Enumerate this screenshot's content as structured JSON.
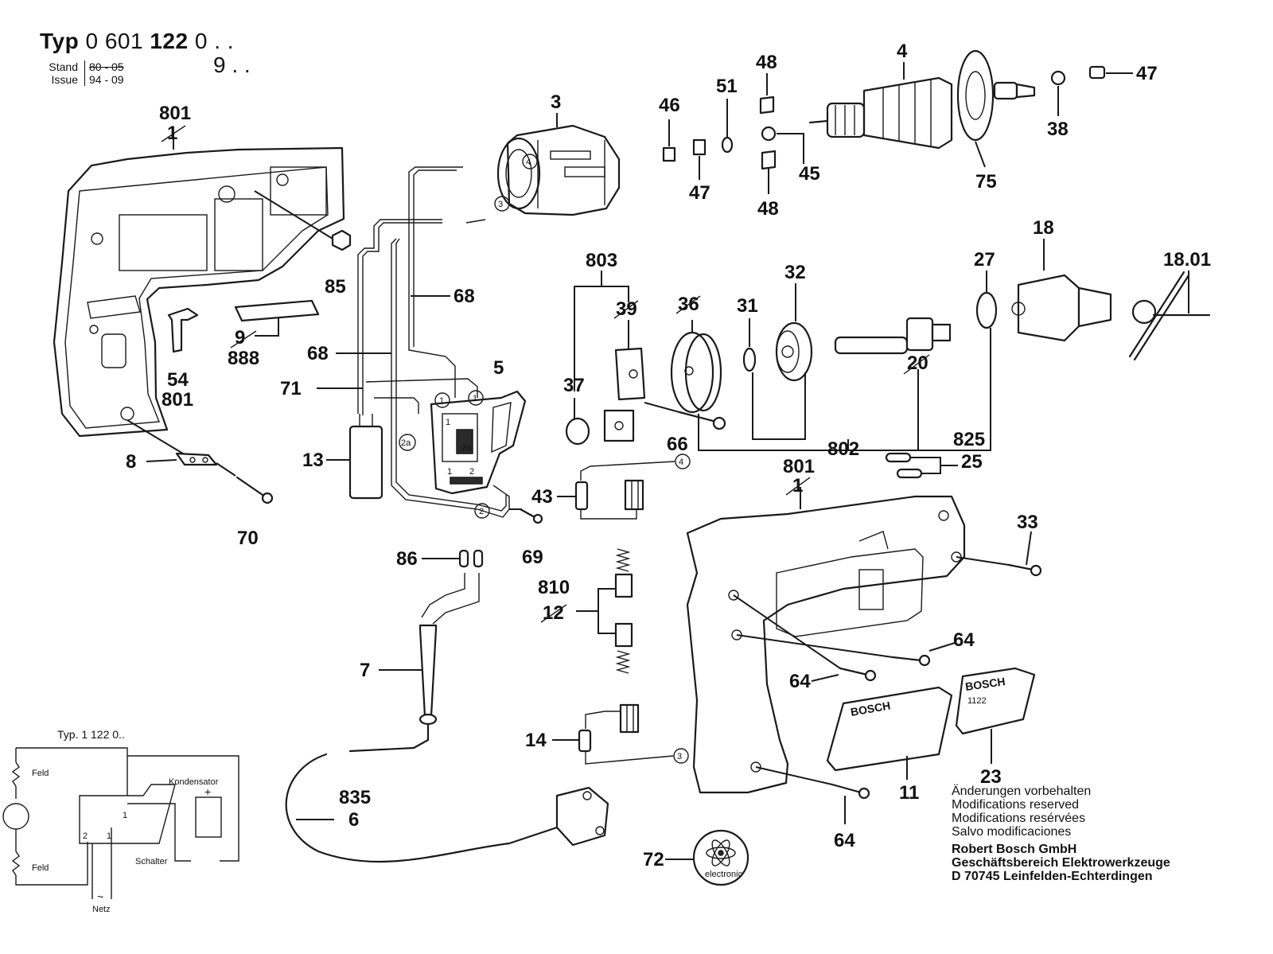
{
  "header": {
    "typ_label": "Typ",
    "typ_number_a": "0 601",
    "typ_number_b": "122",
    "typ_suffix": "0 . .",
    "typ_second_suffix": "9 . .",
    "stand_label": "Stand",
    "stand_value": "80 - 05",
    "issue_label": "Issue",
    "issue_value": "94 - 09"
  },
  "part_labels": {
    "p801_top": "801",
    "p801_top_x": "1",
    "p85": "85",
    "p54": "54",
    "p801_mid": "801",
    "p888": "888",
    "p888_x": "9",
    "p8": "8",
    "p70": "70",
    "p3": "3",
    "p68a": "68",
    "p68b": "68",
    "p71": "71",
    "p13": "13",
    "p5": "5",
    "p69": "69",
    "p43": "43",
    "p86": "86",
    "p7": "7",
    "p835": "835",
    "p6": "6",
    "p46": "46",
    "p47a": "47",
    "p51": "51",
    "p48a": "48",
    "p48b": "48",
    "p45": "45",
    "p4": "4",
    "p47b": "47",
    "p38": "38",
    "p75": "75",
    "p803": "803",
    "p39": "39",
    "p36": "36",
    "p31": "31",
    "p32": "32",
    "p27": "27",
    "p18": "18",
    "p1801": "18.01",
    "p37": "37",
    "p66": "66",
    "p20": "20",
    "p802": "802",
    "p825": "825",
    "p25": "25",
    "p801_right": "801",
    "p801_right_x": "1",
    "p33": "33",
    "p810": "810",
    "p12": "12",
    "p14": "14",
    "p64a": "64",
    "p64b": "64",
    "p64c": "64",
    "p11": "11",
    "p23": "23",
    "p72": "72"
  },
  "terminal_labels": {
    "t1a": "1",
    "t1b": "1",
    "t2a": "2a",
    "t2b": "2a",
    "t2": "2",
    "t3a": "3",
    "t3b": "3",
    "t4a": "4",
    "t4b": "4",
    "sw1": "1",
    "sw2": "2"
  },
  "plates": {
    "brand_left": "BOSCH",
    "brand_right": "BOSCH",
    "right_plate_code": "1122",
    "sticker_text": "electronic"
  },
  "wiring_diagram": {
    "title": "Typ. 1 122 0..",
    "field_top": "Feld",
    "field_bottom": "Feld",
    "capacitor": "Kondensator",
    "switch": "Schalter",
    "mains": "Netz",
    "mains_symbol": "~",
    "term_1": "1",
    "term_2": "2",
    "term_1b": "1",
    "term_plus": "+"
  },
  "footer": {
    "line_de": "Änderungen vorbehalten",
    "line_en": "Modifications reserved",
    "line_fr": "Modifications resérvées",
    "line_es": "Salvo modificaciones",
    "company": "Robert Bosch GmbH",
    "division": "Geschäftsbereich Elektrowerkzeuge",
    "address": "D 70745 Leinfelden-Echterdingen"
  }
}
